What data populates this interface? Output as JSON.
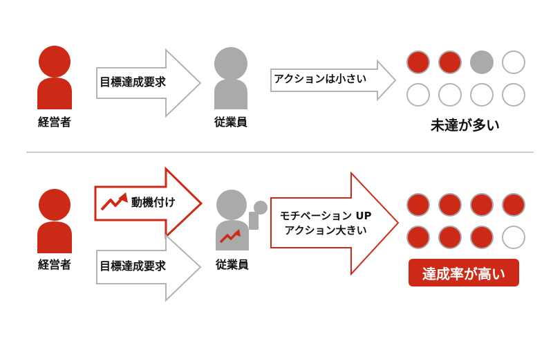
{
  "colors": {
    "accent": "#cc2a16",
    "person_gray": "#aaaaaa",
    "arrow_gray_stroke": "#b3b3b3",
    "divider": "#bdbdbd"
  },
  "top": {
    "manager_label": "経営者",
    "goal_arrow_label": "目標達成要求",
    "employee_label": "従業員",
    "action_arrow_label": "アクションは小さい",
    "result_label": "未達が多い",
    "dots_filled": [
      true,
      true,
      "gray",
      false,
      false,
      false,
      false,
      false
    ]
  },
  "bottom": {
    "manager_label": "経営者",
    "motivation_arrow_label": "動機付け",
    "goal_arrow_label": "目標達成要求",
    "employee_label": "従業員",
    "action_line1": "モチベーション UP",
    "action_line2": "アクション大きい",
    "result_badge": "達成率が高い",
    "dots_filled": [
      true,
      true,
      true,
      true,
      true,
      true,
      true,
      false
    ]
  },
  "icons": {
    "manager": "person-icon",
    "employee": "person-icon",
    "employee_motivated": "person-fist-raised-icon",
    "trend": "trend-up-arrow-icon"
  }
}
